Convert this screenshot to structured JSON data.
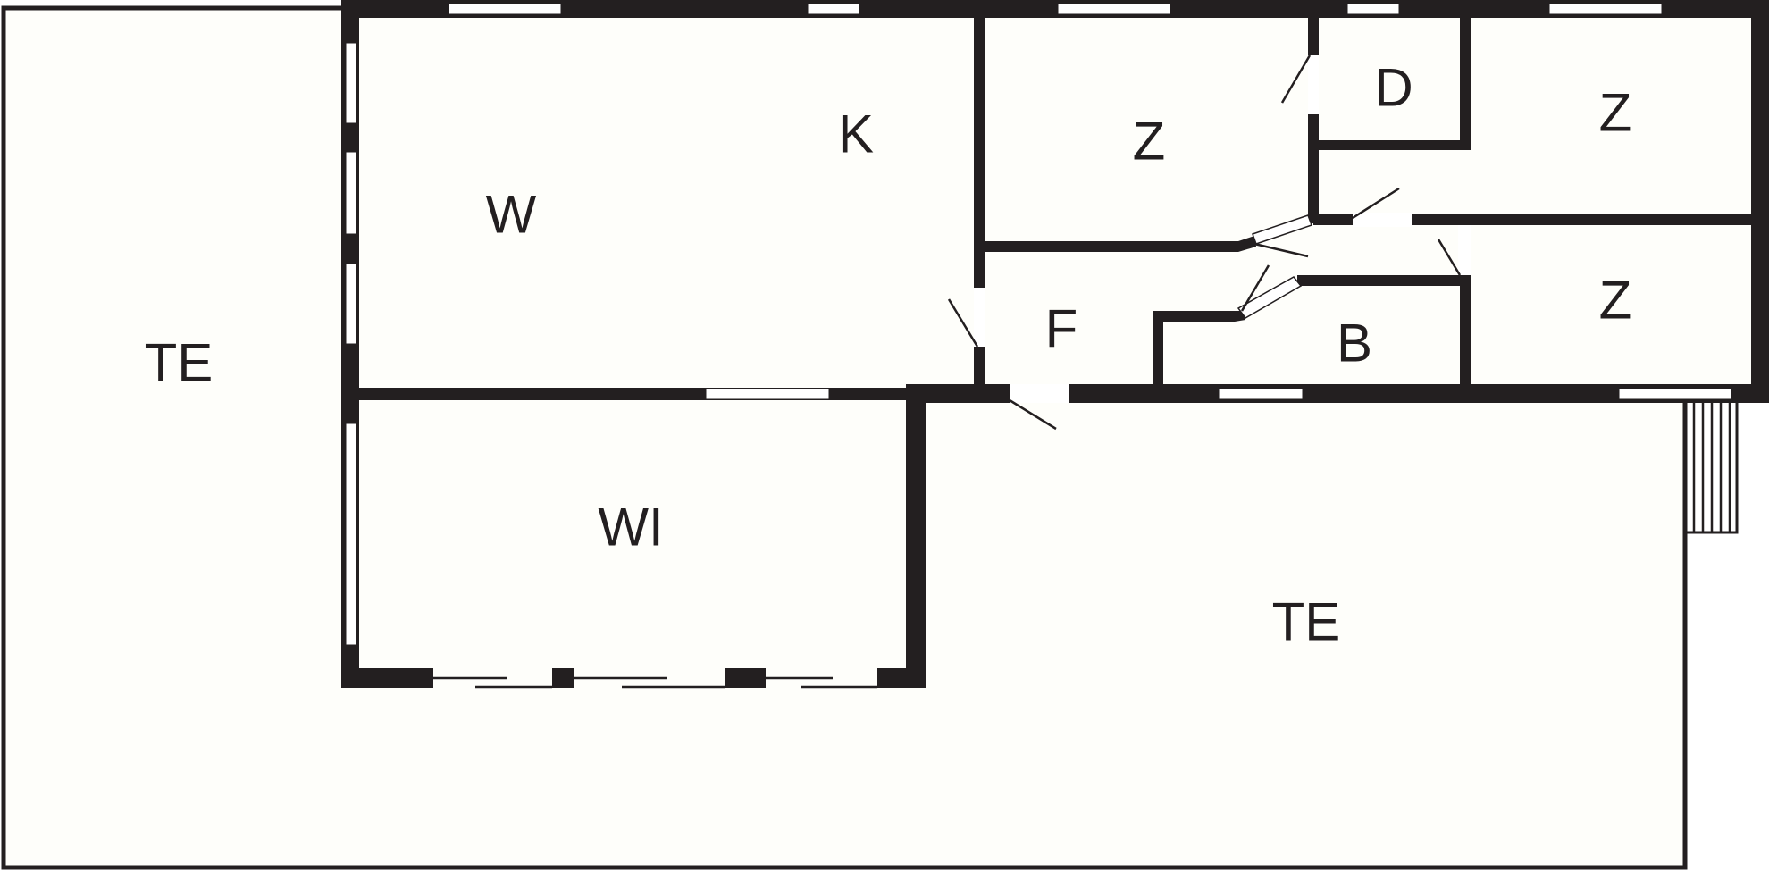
{
  "colors": {
    "wall": "#231f20",
    "floor": "#fefefa",
    "background": "#ffffff"
  },
  "labels": {
    "terrace_left": "TE",
    "living": "W",
    "kitchen": "K",
    "winter_garden": "WI",
    "room_1": "Z",
    "room_2": "Z",
    "room_3": "Z",
    "storage": "D",
    "hall": "F",
    "bath": "B",
    "terrace_bottom": "TE"
  }
}
